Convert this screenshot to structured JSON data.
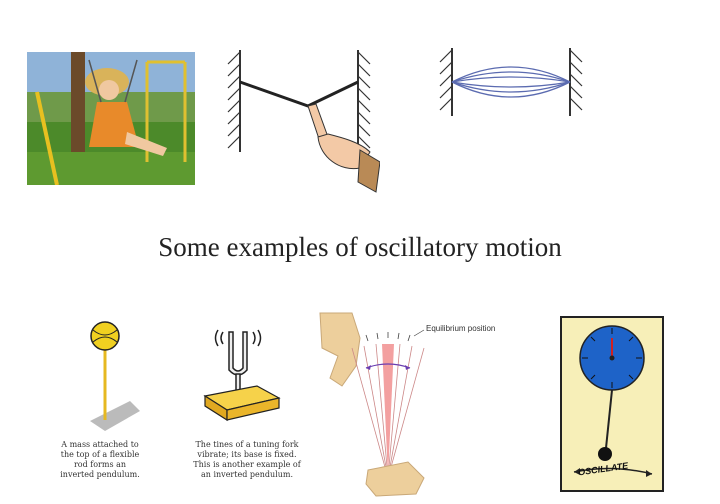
{
  "title": "Some examples of oscillatory motion",
  "captions": {
    "ball_on_rod": [
      "A mass attached to",
      "the top of a flexible",
      "rod forms an",
      "inverted pendulum."
    ],
    "tuning_fork": [
      "The tines of a tuning fork",
      "vibrate; its base is fixed.",
      "This is another example of",
      "an inverted pendulum."
    ]
  },
  "labels": {
    "equilibrium": "Equilibrium position",
    "oscillate": "OSCILLATE"
  },
  "colors": {
    "clock_face": "#1e63c8",
    "clock_frame_bg": "#f7efb8",
    "ball": "#f0d020",
    "fork_base": "#f2c22a",
    "string_modes": "#5b6bb0"
  }
}
